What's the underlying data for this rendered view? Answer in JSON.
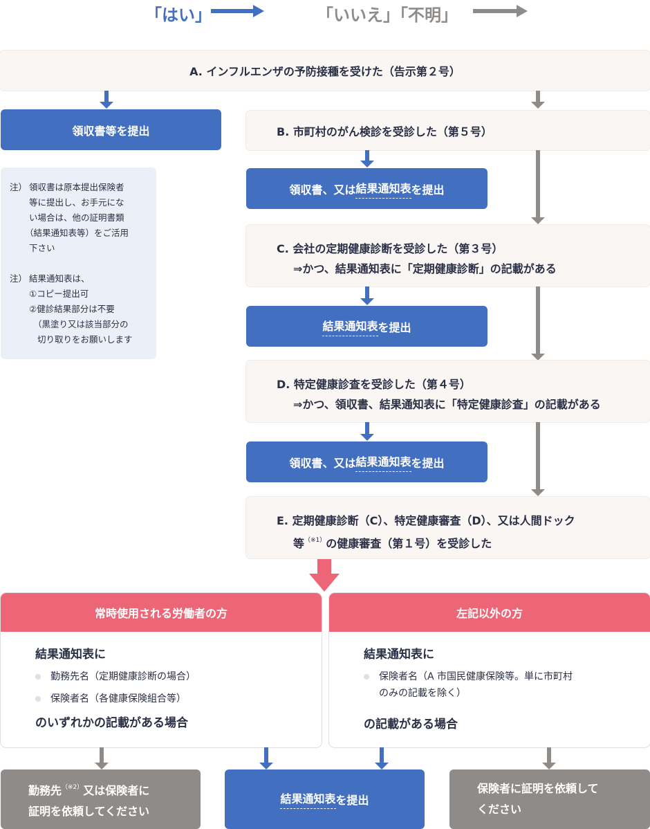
{
  "legend": {
    "yes_label": "「はい」",
    "no_label": "「いいえ」「不明」",
    "yes_color": "#436fc0",
    "no_color": "#8f8b89"
  },
  "questions": {
    "a": {
      "text": "A. インフルエンザの予防接種を受けた（告示第２号）"
    },
    "b": {
      "text": "B. 市町村のがん検診を受診した（第５号）"
    },
    "c": {
      "line1": "C. 会社の定期健康診断を受診した（第３号）",
      "line2": "⇒かつ、結果通知表に「定期健康診断」の記載がある"
    },
    "d": {
      "line1": "D. 特定健康診査を受診した（第４号）",
      "line2": "⇒かつ、領収書、結果通知表に「特定健康診査」の記載がある"
    },
    "e": {
      "line1": "E. 定期健康診断（C）、特定健康審査（D）、又は人間ドック",
      "line2_pre": "等",
      "line2_sup": "（※1）",
      "line2_post": "の健康審査（第１号）を受診した"
    }
  },
  "actions": {
    "a_yes": "領収書等を提出",
    "b_yes": {
      "pre": "領収書、又は",
      "underlined": "結果通知表",
      "post": "を提出"
    },
    "c_yes": {
      "underlined": "結果通知表",
      "post": "を提出"
    },
    "d_yes": {
      "pre": "領収書、又は",
      "underlined": "結果通知表",
      "post": "を提出"
    }
  },
  "notes": {
    "note1": {
      "prefix": "注）",
      "lines": [
        "領収書は原本提出保険者",
        "等に提出し、お手元にな",
        "い場合は、他の証明書類",
        "（結果通知表等）をご活用",
        "下さい"
      ]
    },
    "note2": {
      "prefix": "注）",
      "lines": [
        "結果通知表は、",
        "①コピー提出可",
        "②健診結果部分は不要",
        "（黒塗り又は該当部分の",
        "切り取りをお願いします"
      ]
    }
  },
  "cards": {
    "worker": {
      "title": "常時使用される労働者の方",
      "subtitle": "結果通知表に",
      "items": [
        "勤務先名（定期健康診断の場合）",
        "保険者名（各健康保険組合等）"
      ],
      "footer": "のいずれかの記載がある場合",
      "header_color": "#ec6677"
    },
    "other": {
      "title": "左記以外の方",
      "subtitle": "結果通知表に",
      "items": [
        "保険者名（A 市国民健康保険等。単に市町村",
        "のみの記載を除く）"
      ],
      "footer": "の記載がある場合",
      "header_color": "#ec6677"
    }
  },
  "outcomes": {
    "left": {
      "line1_pre": "勤務先",
      "line1_sup": "（※2）",
      "line1_post": "又は保険者に",
      "line2": "証明を依頼してください"
    },
    "center": {
      "underlined": "結果通知表",
      "post": "を提出"
    },
    "right": {
      "line1": "保険者に証明を依頼して",
      "line2": "ください"
    }
  }
}
